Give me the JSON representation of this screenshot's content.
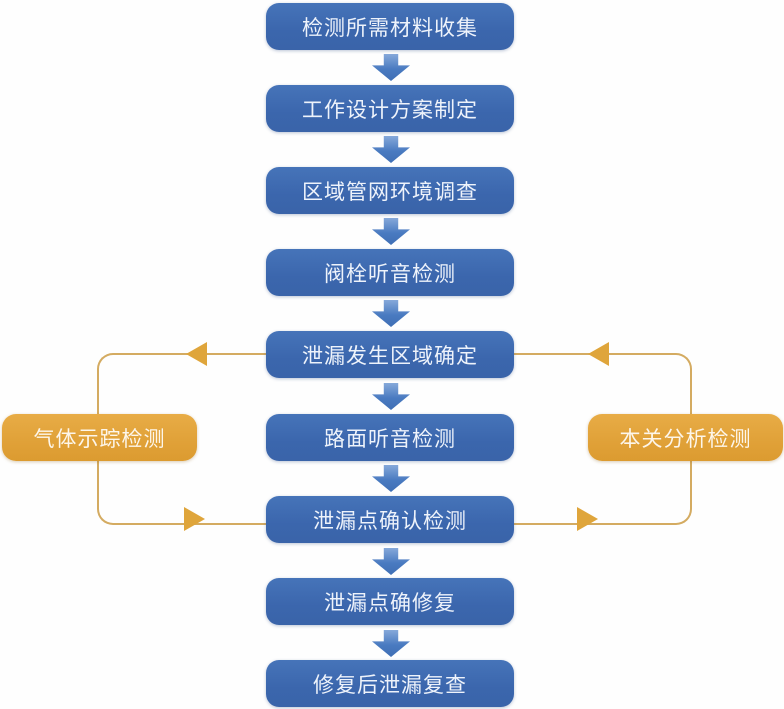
{
  "flow": {
    "steps": [
      {
        "label": "检测所需材料收集"
      },
      {
        "label": "工作设计方案制定"
      },
      {
        "label": "区域管网环境调查"
      },
      {
        "label": "阀栓听音检测"
      },
      {
        "label": "泄漏发生区域确定"
      },
      {
        "label": "路面听音检测"
      },
      {
        "label": "泄漏点确认检测"
      },
      {
        "label": "泄漏点确修复"
      },
      {
        "label": "修复后泄漏复查"
      }
    ]
  },
  "branches": {
    "left": {
      "label": "气体示踪检测"
    },
    "right": {
      "label": "本关分析检测"
    }
  },
  "colors": {
    "node_blue": "#3b66ad",
    "down_arrow_blue": "#4a7bc1",
    "branch_orange": "#e0a138",
    "connector_line_gold": "#d4ab61",
    "arrowhead_orange": "#dfa53b",
    "text_on_node": "#eef3fb",
    "background": "#fefefe"
  }
}
